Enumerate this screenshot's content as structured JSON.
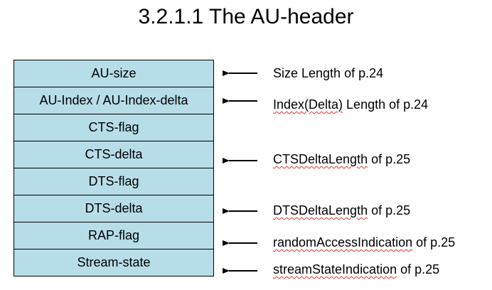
{
  "title": "3.2.1.1 The AU-header",
  "fields": [
    {
      "label": "AU-size"
    },
    {
      "label": "AU-Index / AU-Index-delta"
    },
    {
      "label": "CTS-flag"
    },
    {
      "label": "CTS-delta"
    },
    {
      "label": "DTS-flag"
    },
    {
      "label": "DTS-delta"
    },
    {
      "label": "RAP-flag"
    },
    {
      "label": "Stream-state"
    }
  ],
  "notes": [
    {
      "term": "Size Length",
      "suffix": " of p.24"
    },
    {
      "term": "Index(Delta)",
      "suffix": " Length of p.24"
    },
    {
      "term": "CTSDeltaLength",
      "suffix": " of p.25"
    },
    {
      "term": "DTSDeltaLength",
      "suffix": " of p.25"
    },
    {
      "term": "randomAccessIndication",
      "suffix": " of p.25"
    },
    {
      "term": "streamStateIndication",
      "suffix": " of p.25"
    }
  ],
  "colors": {
    "field_fill": "#b7dde8",
    "border": "#000000",
    "spellcheck_underline": "#e03030"
  }
}
